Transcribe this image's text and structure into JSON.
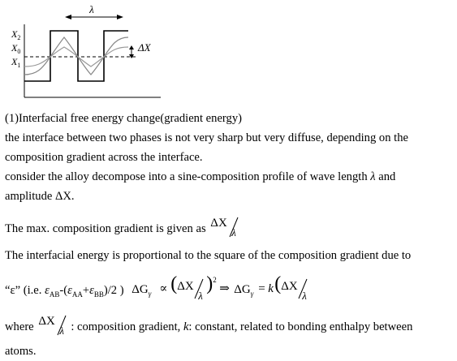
{
  "figure": {
    "lambda_label": "λ",
    "y_labels": {
      "x2": "X",
      "x2_sub": "2",
      "x0": "X",
      "x0_sub": "0",
      "x1": "X",
      "x1_sub": "1"
    },
    "amplitude_label": "ΔX"
  },
  "text": {
    "heading": "(1)Interfacial free energy change(gradient energy)",
    "p1_line1": "the interface between two phases is not very sharp but very diffuse, depending on the",
    "p1_line2": "composition gradient across the interface.",
    "p2_line1_a": "consider the alloy decompose into a sine-composition profile of wave length ",
    "p2_line1_lambda": "λ",
    "p2_line1_b": " and",
    "p2_line2": "amplitude ΔX.",
    "p3": "The max. composition gradient is given as ",
    "p4": "The interfacial energy is proportional to the square of the composition gradient due to",
    "p5_a": "“ε” (i.e. ",
    "p5_eps_ab": "ε",
    "p5_ab": "AB",
    "p5_mid": "-(",
    "p5_eps_aa": "ε",
    "p5_aa": "AA",
    "p5_plus": "+",
    "p5_eps_bb": "ε",
    "p5_bb": "BB",
    "p5_end": ")/2 )",
    "p6_where": "where",
    "p6_text_a": ": composition gradient, ",
    "p6_k": "k",
    "p6_text_b": ": constant, related to bonding enthalpy between",
    "p7": "atoms."
  },
  "math": {
    "frac_num": "ΔX",
    "frac_den": "λ",
    "delta_g": "ΔG",
    "g_sub": "γ",
    "propto": "∝",
    "exp": "2",
    "implies": "⇒",
    "equals": "=",
    "k": "k"
  }
}
